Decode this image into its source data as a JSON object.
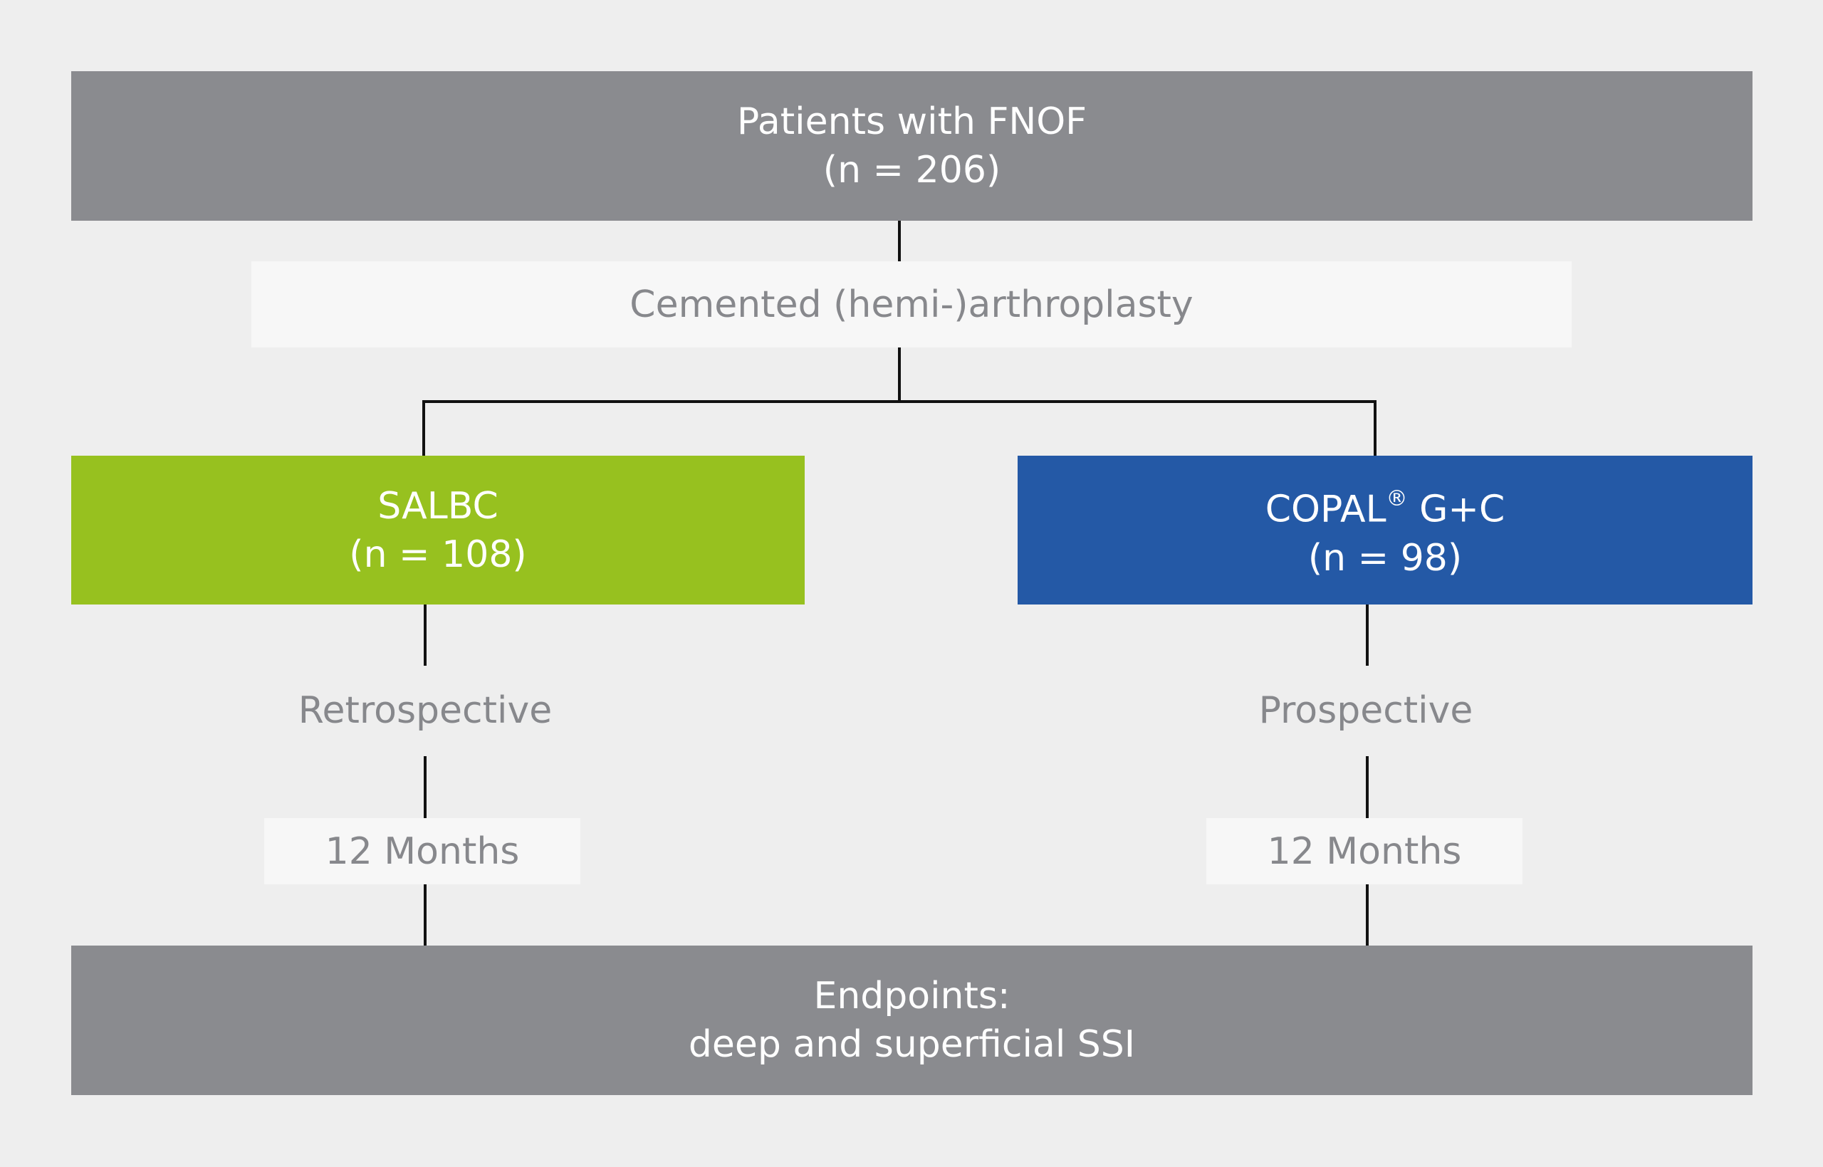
{
  "top_box": {
    "line1": "Patients with FNOF",
    "line2": "(n = 206)"
  },
  "procedure_box": {
    "label": "Cemented (hemi-)arthroplasty"
  },
  "left_group": {
    "name": "SALBC",
    "count": "(n = 108)",
    "study_type": "Retrospective",
    "followup": "12 Months",
    "color": "#97c11f"
  },
  "right_group": {
    "name_main": "COPAL",
    "name_mark": "®",
    "name_suffix": " G+C",
    "count": "(n = 98)",
    "study_type": "Prospective",
    "followup": "12 Months",
    "color": "#2459a6"
  },
  "endpoint_box": {
    "line1": "Endpoints:",
    "line2": "deep and superficial SSI"
  }
}
